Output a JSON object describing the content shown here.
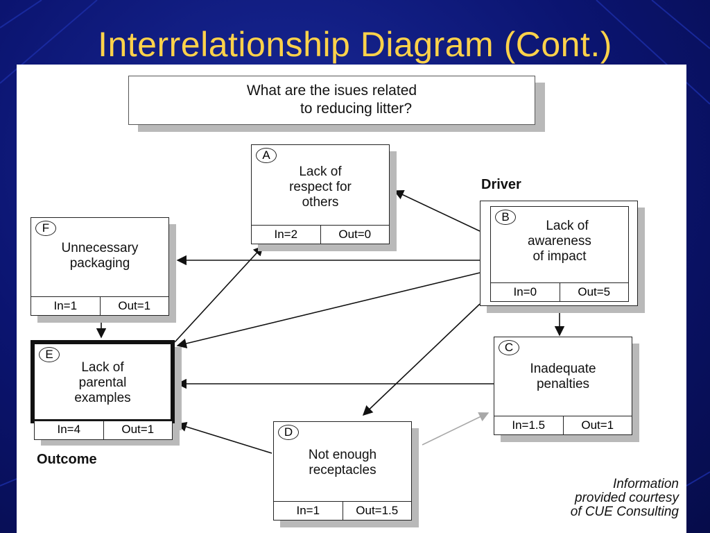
{
  "slide": {
    "title": "Interrelationship Diagram (Cont.)"
  },
  "question": {
    "line1": "What are the isues related",
    "line2": "to reducing litter?"
  },
  "labels": {
    "driver": "Driver",
    "outcome": "Outcome"
  },
  "nodes": {
    "A": {
      "letter": "A",
      "lines": [
        "Lack of",
        "respect for",
        "others"
      ],
      "in": "In=2",
      "out": "Out=0"
    },
    "B": {
      "letter": "B",
      "lines": [
        "Lack of",
        "awareness",
        "of impact"
      ],
      "in": "In=0",
      "out": "Out=5"
    },
    "C": {
      "letter": "C",
      "lines": [
        "Inadequate",
        "penalties"
      ],
      "in": "In=1.5",
      "out": "Out=1"
    },
    "D": {
      "letter": "D",
      "lines": [
        "Not enough",
        "receptacles"
      ],
      "in": "In=1",
      "out": "Out=1.5"
    },
    "E": {
      "letter": "E",
      "lines": [
        "Lack of",
        "parental",
        "examples"
      ],
      "in": "In=4",
      "out": "Out=1"
    },
    "F": {
      "letter": "F",
      "lines": [
        "Unnecessary",
        "packaging"
      ],
      "in": "In=1",
      "out": "Out=1"
    }
  },
  "edges": [
    {
      "from": "B",
      "to": "A"
    },
    {
      "from": "B",
      "to": "F"
    },
    {
      "from": "B",
      "to": "E"
    },
    {
      "from": "B",
      "to": "C"
    },
    {
      "from": "B",
      "to": "D"
    },
    {
      "from": "C",
      "to": "E"
    },
    {
      "from": "D",
      "to": "E"
    },
    {
      "from": "D",
      "to": "C",
      "weak": true
    },
    {
      "from": "E",
      "to": "A"
    },
    {
      "from": "F",
      "to": "E"
    }
  ],
  "courtesy": {
    "line1": "Information",
    "line2": "provided courtesy",
    "line3": "of CUE Consulting"
  },
  "colors": {
    "title": "#ffd24a",
    "background": "#0b1470",
    "weak_edge": "#a8a8a8"
  }
}
